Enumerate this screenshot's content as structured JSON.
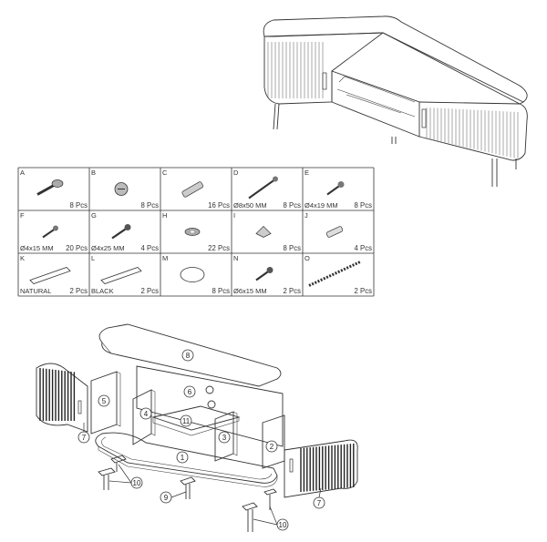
{
  "hardware": [
    {
      "letter": "A",
      "qty": "8 Pcs",
      "spec": ""
    },
    {
      "letter": "B",
      "qty": "8 Pcs",
      "spec": ""
    },
    {
      "letter": "C",
      "qty": "16 Pcs",
      "spec": ""
    },
    {
      "letter": "D",
      "qty": "8 Pcs",
      "spec": "Ø8x50 MM"
    },
    {
      "letter": "E",
      "qty": "8 Pcs",
      "spec": "Ø4x19 MM"
    },
    {
      "letter": "F",
      "qty": "20 Pcs",
      "spec": "Ø4x15 MM"
    },
    {
      "letter": "G",
      "qty": "4 Pcs",
      "spec": "Ø4x25 MM"
    },
    {
      "letter": "H",
      "qty": "22 Pcs",
      "spec": ""
    },
    {
      "letter": "I",
      "qty": "8 Pcs",
      "spec": ""
    },
    {
      "letter": "J",
      "qty": "4 Pcs",
      "spec": ""
    },
    {
      "letter": "K",
      "qty": "2 Pcs",
      "spec": "NATURAL"
    },
    {
      "letter": "L",
      "qty": "2 Pcs",
      "spec": "BLACK"
    },
    {
      "letter": "M",
      "qty": "8 Pcs",
      "spec": ""
    },
    {
      "letter": "N",
      "qty": "2 Pcs",
      "spec": "Ø6x15 MM"
    },
    {
      "letter": "O",
      "qty": "2 Pcs",
      "spec": ""
    }
  ],
  "parts": [
    {
      "id": "1",
      "label": "1"
    },
    {
      "id": "2",
      "label": "2"
    },
    {
      "id": "3",
      "label": "3"
    },
    {
      "id": "4",
      "label": "4"
    },
    {
      "id": "5",
      "label": "5"
    },
    {
      "id": "6",
      "label": "6"
    },
    {
      "id": "7a",
      "label": "7"
    },
    {
      "id": "7b",
      "label": "7"
    },
    {
      "id": "8",
      "label": "8"
    },
    {
      "id": "9",
      "label": "9"
    },
    {
      "id": "10a",
      "label": "10"
    },
    {
      "id": "10b",
      "label": "10"
    },
    {
      "id": "11",
      "label": "11"
    }
  ]
}
